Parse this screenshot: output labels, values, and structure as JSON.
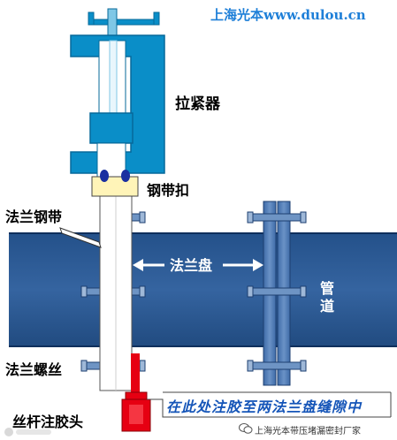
{
  "watermark": "上海光本www.dulou.cn",
  "labels": {
    "clamp": "拉紧器",
    "band_buckle": "钢带扣",
    "flange_band": "法兰钢带",
    "flange_disc": "法兰盘",
    "pipe": "管道",
    "flange_bolt": "法兰螺丝",
    "injection_head": "丝杆注胶头",
    "note": "在此处注胶至两法兰盘缝隙中"
  },
  "footer": {
    "source": "上海光本带压堵漏密封厂家"
  },
  "colors": {
    "pipe": "#2d5a94",
    "clamp": "#0a8ec8",
    "clamp_dark": "#06699a",
    "band": "#ffffff",
    "bolt": "#5f86b8",
    "injector": "#e60012",
    "note": "#1555b8",
    "buckle": "#fff4b8",
    "buckle_knob": "#1a2fa0"
  },
  "icons": [
    "wechat-icon",
    "corner-badge-icon",
    "arrow-left-icon",
    "arrow-right-icon"
  ]
}
